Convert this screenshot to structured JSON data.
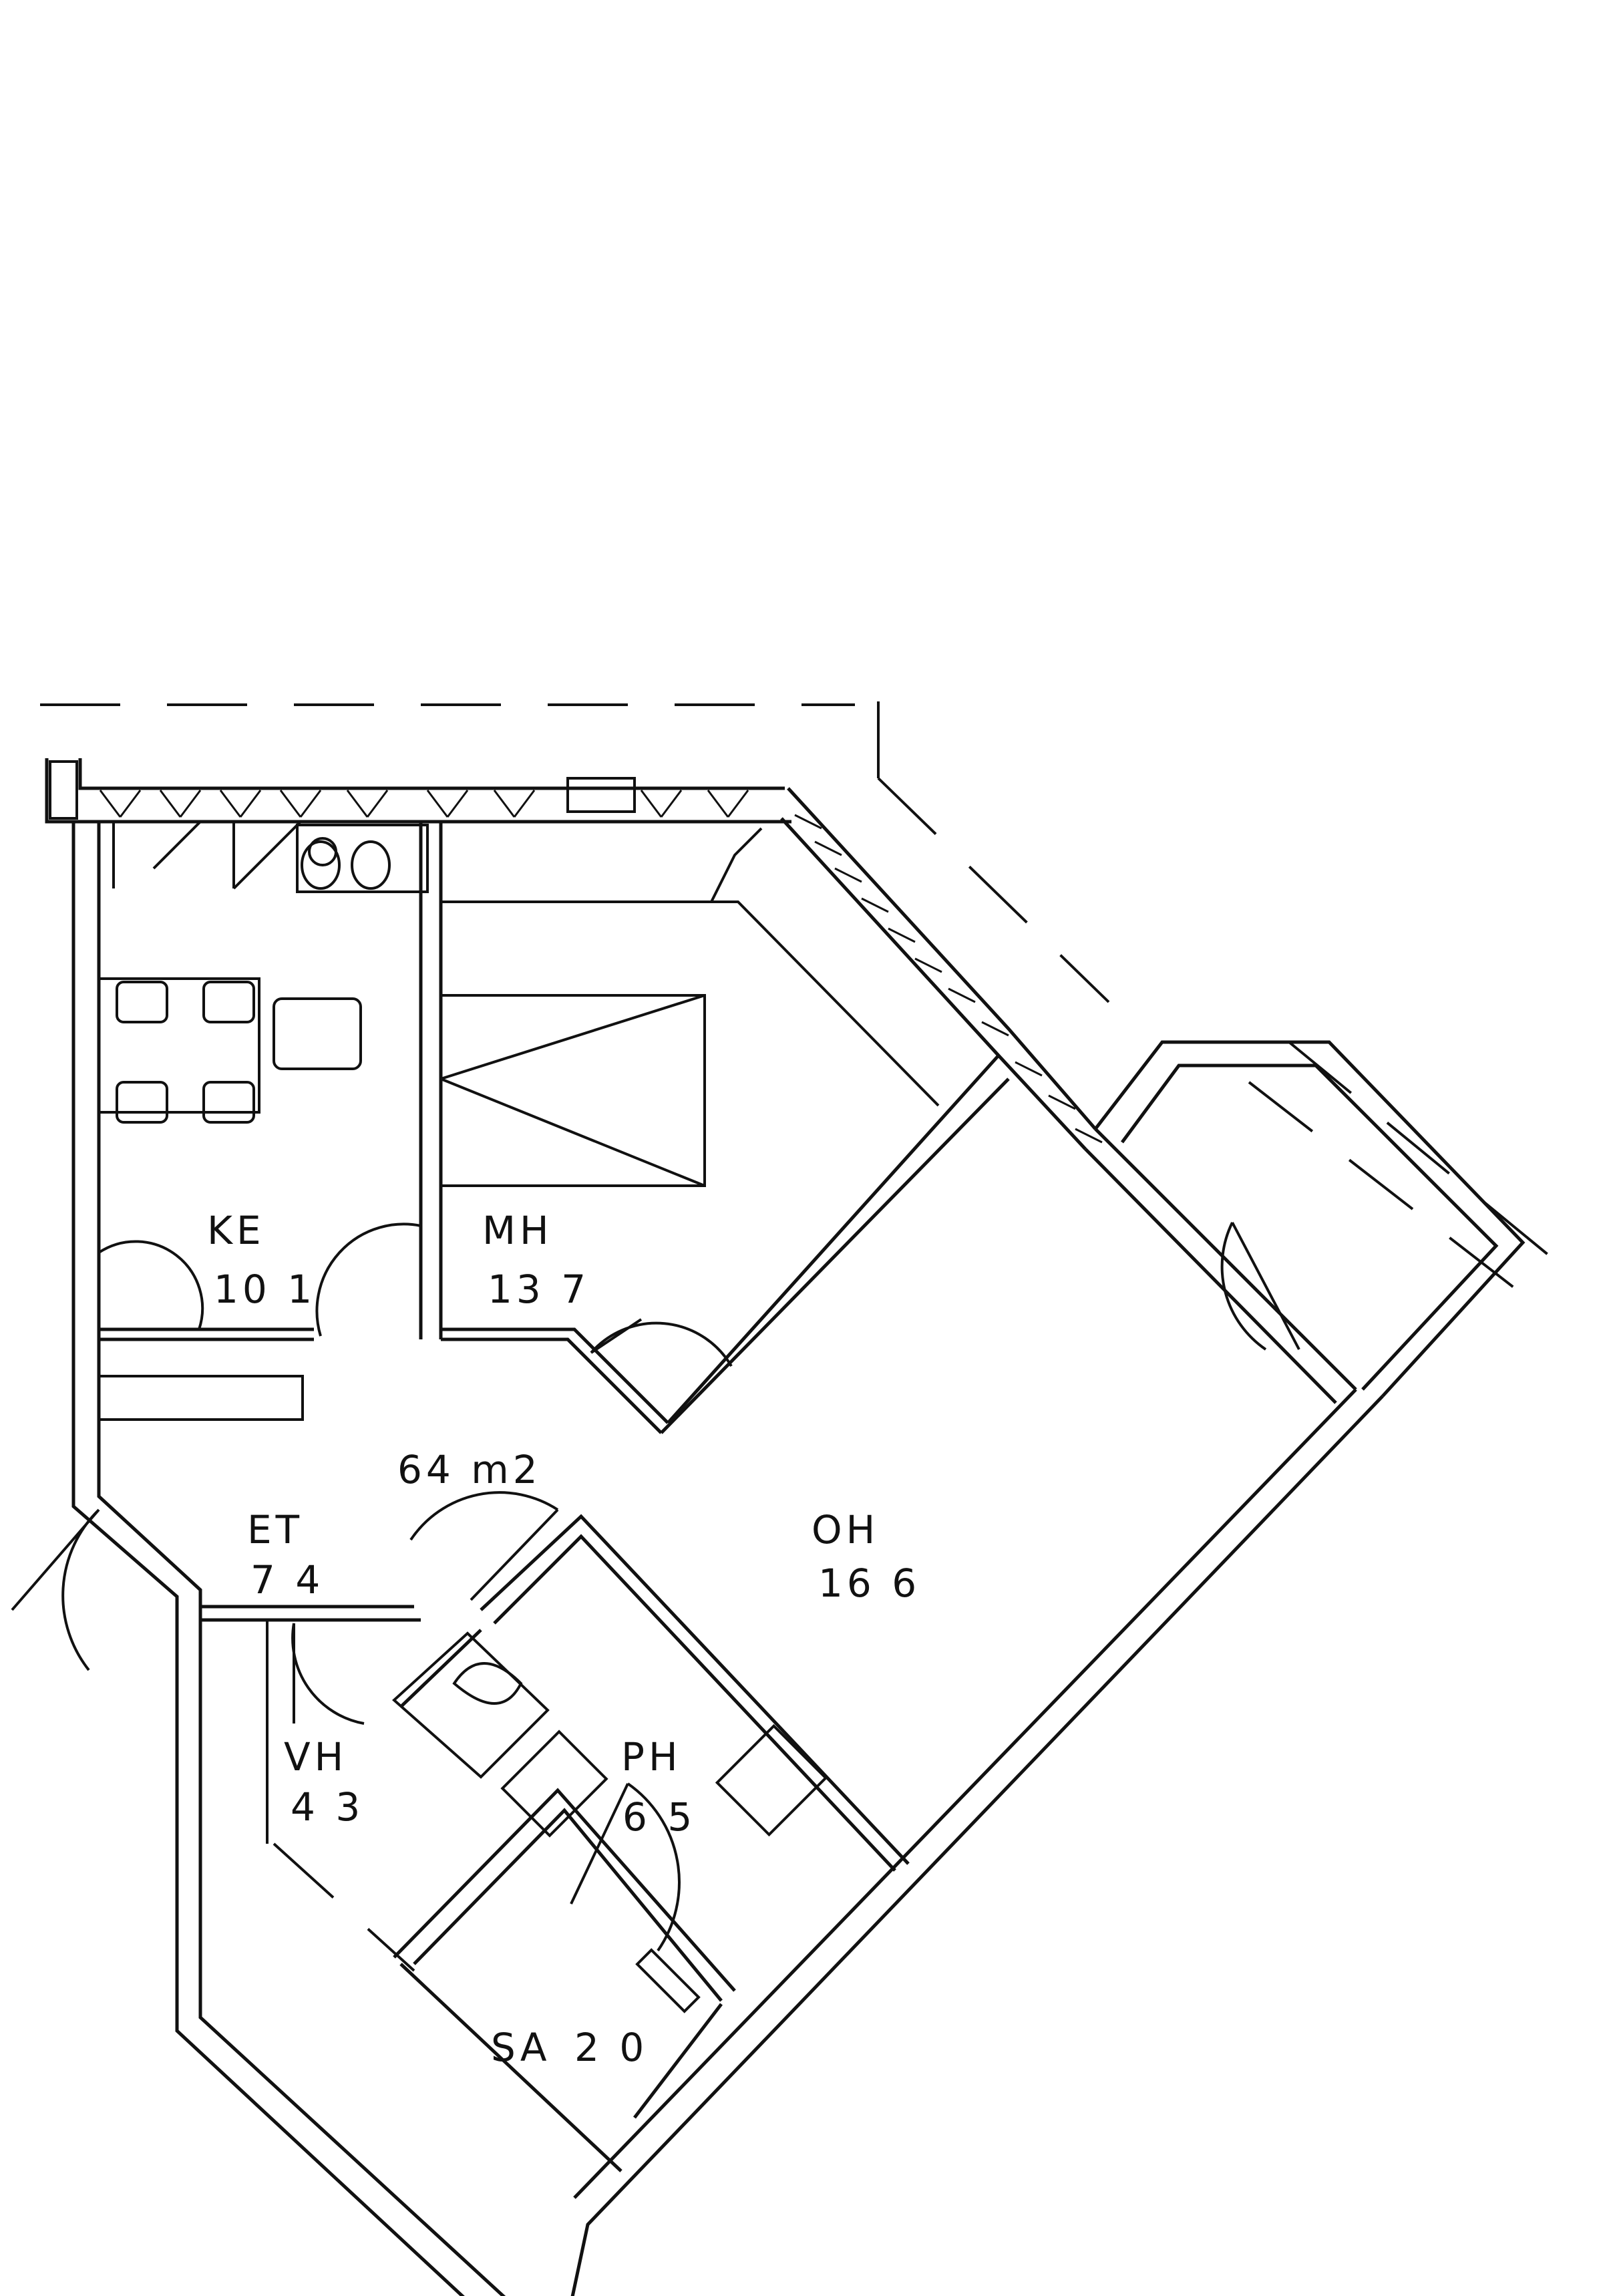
{
  "plan": {
    "total_area": "64 m2",
    "rooms": [
      {
        "id": "ke",
        "code": "KE",
        "area": "10 1"
      },
      {
        "id": "mh",
        "code": "MH",
        "area": "13 7"
      },
      {
        "id": "oh",
        "code": "OH",
        "area": "16 6"
      },
      {
        "id": "et",
        "code": "ET",
        "area": "7 4"
      },
      {
        "id": "vh",
        "code": "VH",
        "area": "4 3"
      },
      {
        "id": "ph",
        "code": "PH",
        "area": "6 5"
      },
      {
        "id": "sa",
        "code": "SA",
        "area": "2 0"
      }
    ]
  }
}
